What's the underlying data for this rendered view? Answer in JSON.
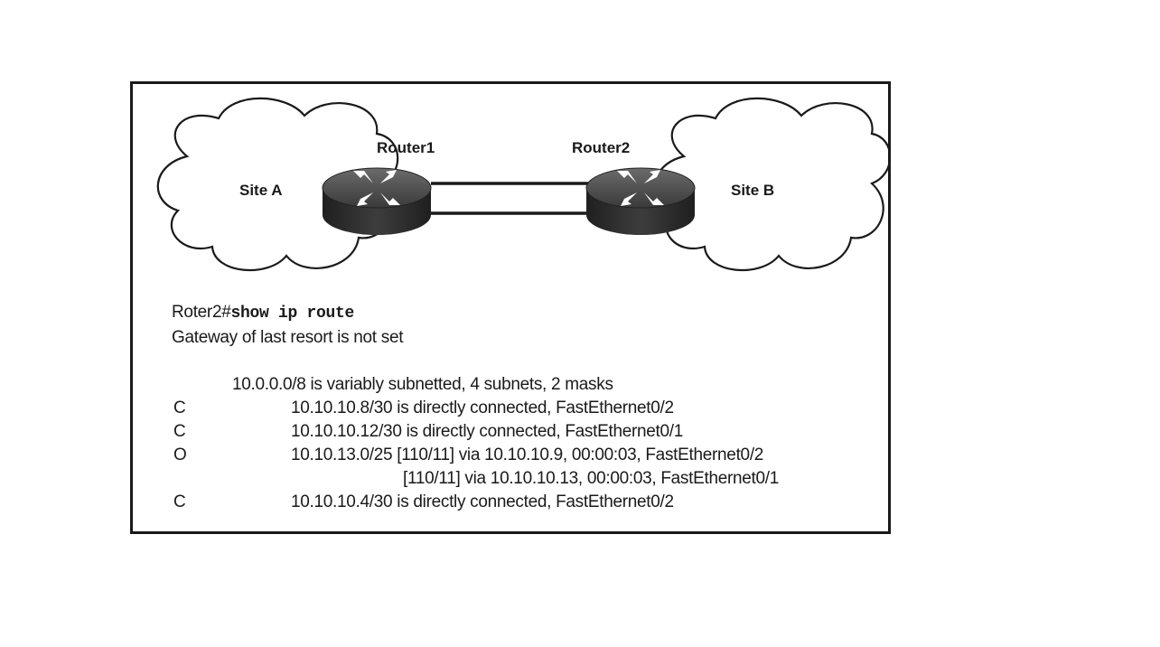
{
  "diagram": {
    "site_a_label": "Site A",
    "site_b_label": "Site B",
    "router1_label": "Router1",
    "router2_label": "Router2"
  },
  "cli": {
    "prompt_host": "Roter2#",
    "command": "show ip route",
    "gateway_line": "Gateway of last resort is not set",
    "summary_line": "10.0.0.0/8 is variably subnetted, 4 subnets, 2 masks",
    "routes": [
      {
        "code": "C",
        "text": "10.10.10.8/30 is directly connected, FastEthernet0/2"
      },
      {
        "code": "C",
        "text": "10.10.10.12/30 is directly connected, FastEthernet0/1"
      },
      {
        "code": "O",
        "text": "10.10.13.0/25 [110/11] via 10.10.10.9, 00:00:03, FastEthernet0/2"
      },
      {
        "code": "",
        "text": "[110/11] via 10.10.10.13, 00:00:03, FastEthernet0/1"
      },
      {
        "code": "C",
        "text": "10.10.10.4/30 is directly connected, FastEthernet0/2"
      }
    ]
  },
  "colors": {
    "border": "#1a1a1a",
    "router_top": "#5a5a5a",
    "router_body": "#2b2b2b"
  }
}
